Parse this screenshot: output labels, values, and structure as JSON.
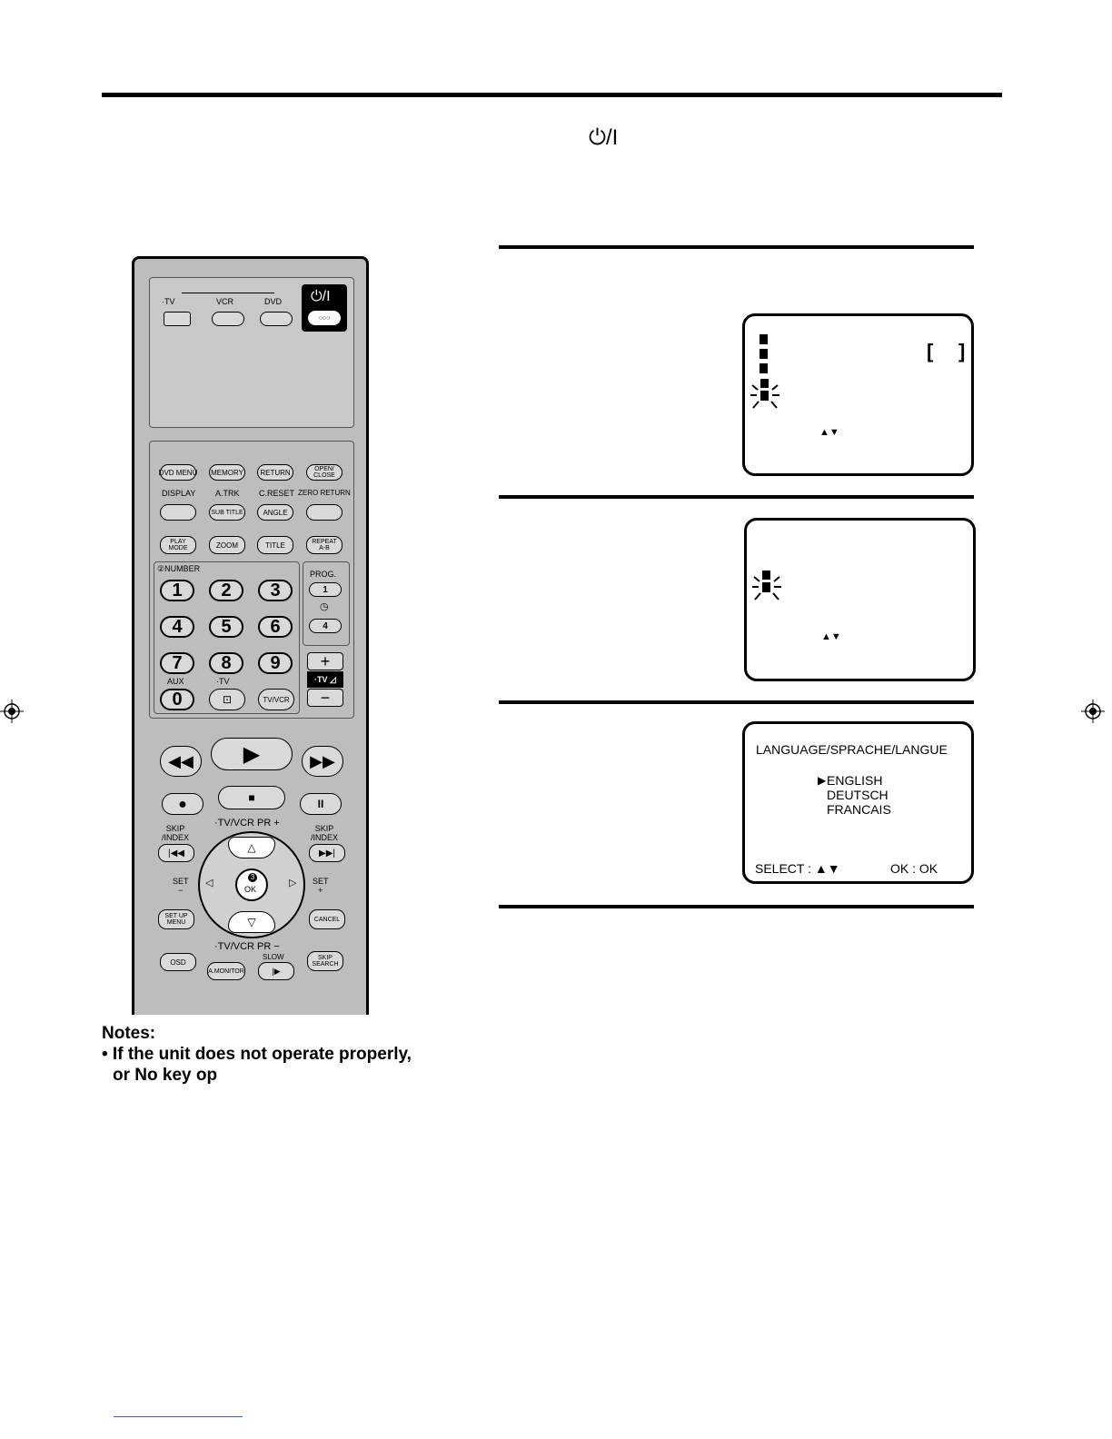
{
  "header": {
    "power_symbol": "⏻/I"
  },
  "screens": {
    "screen1": {
      "bracket_open": "[",
      "bracket_close": "]",
      "arrows": "▲▼"
    },
    "screen2": {
      "arrows": "▲▼"
    },
    "screen3": {
      "title": "LANGUAGE/SPRACHE/LANGUE",
      "cursor": "▶",
      "options": [
        "ENGLISH",
        "DEUTSCH",
        "FRANCAIS"
      ],
      "select_label": "SELECT : ▲▼",
      "ok_label": "OK : OK"
    }
  },
  "notes": {
    "heading": "Notes:",
    "line1": "• If the unit does not operate properly,",
    "line2": "or No key op"
  },
  "remote": {
    "mode_labels": {
      "tv": "·TV",
      "vcr": "VCR",
      "dvd": "DVD"
    },
    "power_label": "⏻/I",
    "power_sub": "○○○",
    "row1": [
      "DVD MENU",
      "MEMORY",
      "RETURN",
      "OPEN/\nCLOSE"
    ],
    "row2_labels": [
      "DISPLAY",
      "A.TRK",
      "C.RESET",
      "ZERO RETURN"
    ],
    "row2": [
      "",
      "SUB TITLE",
      "ANGLE",
      ""
    ],
    "row3": [
      "PLAY\nMODE",
      "ZOOM",
      "TITLE",
      "REPEAT\nA-B"
    ],
    "number_label": "②NUMBER",
    "prog_label": "PROG.",
    "numbers": [
      "1",
      "2",
      "3",
      "4",
      "5",
      "6",
      "7",
      "8",
      "9"
    ],
    "zero": "0",
    "aux_label": "AUX",
    "tv_label": "·TV",
    "tvvcr": "TV/VCR",
    "prog_btns": [
      "1",
      "4"
    ],
    "vol_plus": "+",
    "vol_minus": "−",
    "vol_label": "·TV ◿",
    "skip_index": "SKIP\n/INDEX",
    "tvvcr_pr_top": "·TV/VCR PR +",
    "tvvcr_pr_bottom": "·TV/VCR PR −",
    "set_minus": "SET\n−",
    "set_plus": "SET\n+",
    "ok_num": "3",
    "ok_label": "OK",
    "setup_menu": "SET UP\nMENU",
    "cancel": "CANCEL",
    "osd": "OSD",
    "a_monitor": "A.MONITOR",
    "slow": "SLOW",
    "skip_search": "SKIP\nSEARCH"
  }
}
